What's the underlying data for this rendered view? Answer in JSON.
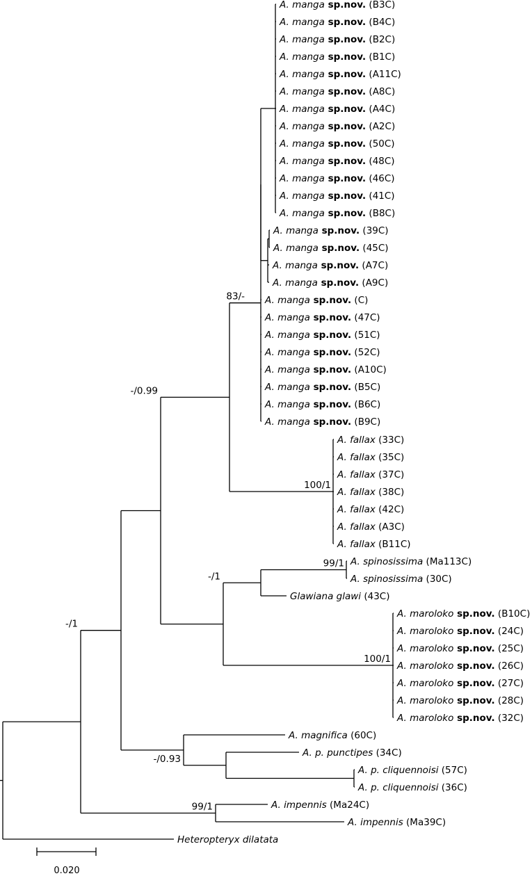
{
  "taxa": [
    {
      "id": "manga_B3C",
      "genus": "A.",
      "species": "manga",
      "novel": "sp.nov.",
      "code": "(B3C)"
    },
    {
      "id": "manga_B4C",
      "genus": "A.",
      "species": "manga",
      "novel": "sp.nov.",
      "code": "(B4C)"
    },
    {
      "id": "manga_B2C",
      "genus": "A.",
      "species": "manga",
      "novel": "sp.nov.",
      "code": "(B2C)"
    },
    {
      "id": "manga_B1C",
      "genus": "A.",
      "species": "manga",
      "novel": "sp.nov.",
      "code": "(B1C)"
    },
    {
      "id": "manga_A11C",
      "genus": "A.",
      "species": "manga",
      "novel": "sp.nov.",
      "code": "(A11C)"
    },
    {
      "id": "manga_A8C",
      "genus": "A.",
      "species": "manga",
      "novel": "sp.nov.",
      "code": "(A8C)"
    },
    {
      "id": "manga_A4C",
      "genus": "A.",
      "species": "manga",
      "novel": "sp.nov.",
      "code": "(A4C)"
    },
    {
      "id": "manga_A2C",
      "genus": "A.",
      "species": "manga",
      "novel": "sp.nov.",
      "code": "(A2C)"
    },
    {
      "id": "manga_50C",
      "genus": "A.",
      "species": "manga",
      "novel": "sp.nov.",
      "code": "(50C)"
    },
    {
      "id": "manga_48C",
      "genus": "A.",
      "species": "manga",
      "novel": "sp.nov.",
      "code": "(48C)"
    },
    {
      "id": "manga_46C",
      "genus": "A.",
      "species": "manga",
      "novel": "sp.nov.",
      "code": "(46C)"
    },
    {
      "id": "manga_41C",
      "genus": "A.",
      "species": "manga",
      "novel": "sp.nov.",
      "code": "(41C)"
    },
    {
      "id": "manga_B8C",
      "genus": "A.",
      "species": "manga",
      "novel": "sp.nov.",
      "code": "(B8C)"
    },
    {
      "id": "manga_39C",
      "genus": "A.",
      "species": "manga",
      "novel": "sp.nov.",
      "code": "(39C)"
    },
    {
      "id": "manga_45C",
      "genus": "A.",
      "species": "manga",
      "novel": "sp.nov.",
      "code": "(45C)"
    },
    {
      "id": "manga_A7C",
      "genus": "A.",
      "species": "manga",
      "novel": "sp.nov.",
      "code": "(A7C)"
    },
    {
      "id": "manga_A9C",
      "genus": "A.",
      "species": "manga",
      "novel": "sp.nov.",
      "code": "(A9C)"
    },
    {
      "id": "manga_C",
      "genus": "A.",
      "species": "manga",
      "novel": "sp.nov.",
      "code": "(C)"
    },
    {
      "id": "manga_47C",
      "genus": "A.",
      "species": "manga",
      "novel": "sp.nov.",
      "code": "(47C)"
    },
    {
      "id": "manga_51C",
      "genus": "A.",
      "species": "manga",
      "novel": "sp.nov.",
      "code": "(51C)"
    },
    {
      "id": "manga_52C",
      "genus": "A.",
      "species": "manga",
      "novel": "sp.nov.",
      "code": "(52C)"
    },
    {
      "id": "manga_A10C",
      "genus": "A.",
      "species": "manga",
      "novel": "sp.nov.",
      "code": "(A10C)"
    },
    {
      "id": "manga_B5C",
      "genus": "A.",
      "species": "manga",
      "novel": "sp.nov.",
      "code": "(B5C)"
    },
    {
      "id": "manga_B6C",
      "genus": "A.",
      "species": "manga",
      "novel": "sp.nov.",
      "code": "(B6C)"
    },
    {
      "id": "manga_B9C",
      "genus": "A.",
      "species": "manga",
      "novel": "sp.nov.",
      "code": "(B9C)"
    },
    {
      "id": "fallax_33C",
      "genus": "A.",
      "species": "fallax",
      "novel": "",
      "code": "(33C)"
    },
    {
      "id": "fallax_35C",
      "genus": "A.",
      "species": "fallax",
      "novel": "",
      "code": "(35C)"
    },
    {
      "id": "fallax_37C",
      "genus": "A.",
      "species": "fallax",
      "novel": "",
      "code": "(37C)"
    },
    {
      "id": "fallax_38C",
      "genus": "A.",
      "species": "fallax",
      "novel": "",
      "code": "(38C)"
    },
    {
      "id": "fallax_42C",
      "genus": "A.",
      "species": "fallax",
      "novel": "",
      "code": "(42C)"
    },
    {
      "id": "fallax_A3C",
      "genus": "A.",
      "species": "fallax",
      "novel": "",
      "code": "(A3C)"
    },
    {
      "id": "fallax_B11C",
      "genus": "A.",
      "species": "fallax",
      "novel": "",
      "code": "(B11C)"
    },
    {
      "id": "spinosissima_Ma113C",
      "genus": "A.",
      "species": "spinosissima",
      "novel": "",
      "code": "(Ma113C)"
    },
    {
      "id": "spinosissima_30C",
      "genus": "A.",
      "species": "spinosissima",
      "novel": "",
      "code": "(30C)"
    },
    {
      "id": "glawi_43C",
      "genus": "Glawiana",
      "species": "glawi",
      "novel": "",
      "code": "(43C)"
    },
    {
      "id": "maroloko_B10C",
      "genus": "A.",
      "species": "maroloko",
      "novel": "sp.nov.",
      "code": "(B10C)"
    },
    {
      "id": "maroloko_24C",
      "genus": "A.",
      "species": "maroloko",
      "novel": "sp.nov.",
      "code": "(24C)"
    },
    {
      "id": "maroloko_25C",
      "genus": "A.",
      "species": "maroloko",
      "novel": "sp.nov.",
      "code": "(25C)"
    },
    {
      "id": "maroloko_26C",
      "genus": "A.",
      "species": "maroloko",
      "novel": "sp.nov.",
      "code": "(26C)"
    },
    {
      "id": "maroloko_27C",
      "genus": "A.",
      "species": "maroloko",
      "novel": "sp.nov.",
      "code": "(27C)"
    },
    {
      "id": "maroloko_28C",
      "genus": "A.",
      "species": "maroloko",
      "novel": "sp.nov.",
      "code": "(28C)"
    },
    {
      "id": "maroloko_32C",
      "genus": "A.",
      "species": "maroloko",
      "novel": "sp.nov.",
      "code": "(32C)"
    },
    {
      "id": "magnifica_60C",
      "genus": "A.",
      "species": "magnifica",
      "novel": "",
      "code": "(60C)"
    },
    {
      "id": "punctipes_34C",
      "genus": "A. p.",
      "species": "punctipes",
      "novel": "",
      "code": "(34C)"
    },
    {
      "id": "cliquennoisi_57C",
      "genus": "A. p.",
      "species": "cliquennoisi",
      "novel": "",
      "code": "(57C)"
    },
    {
      "id": "cliquennoisi_36C",
      "genus": "A. p.",
      "species": "cliquennoisi",
      "novel": "",
      "code": "(36C)"
    },
    {
      "id": "impennis_Ma24C",
      "genus": "A.",
      "species": "impennis",
      "novel": "",
      "code": "(Ma24C)"
    },
    {
      "id": "impennis_Ma39C",
      "genus": "A.",
      "species": "impennis",
      "novel": "",
      "code": "(Ma39C)"
    },
    {
      "id": "heteropteryx",
      "genus": "Heteropteryx",
      "species": "dilatata",
      "novel": "",
      "code": ""
    }
  ],
  "support_labels": {
    "manga_clade": "83/-",
    "fallax_clade": "100/1",
    "manga_fallax": "-/0.99",
    "spinosissima_clade": "99/1",
    "glawi_maroloko": "-/1",
    "maroloko_clade": "100/1",
    "magnifica_punctipes": "-/0.93",
    "ingroup_root": "-/1",
    "impennis_clade": "99/1"
  },
  "scale_bar": {
    "label": "0.020"
  }
}
